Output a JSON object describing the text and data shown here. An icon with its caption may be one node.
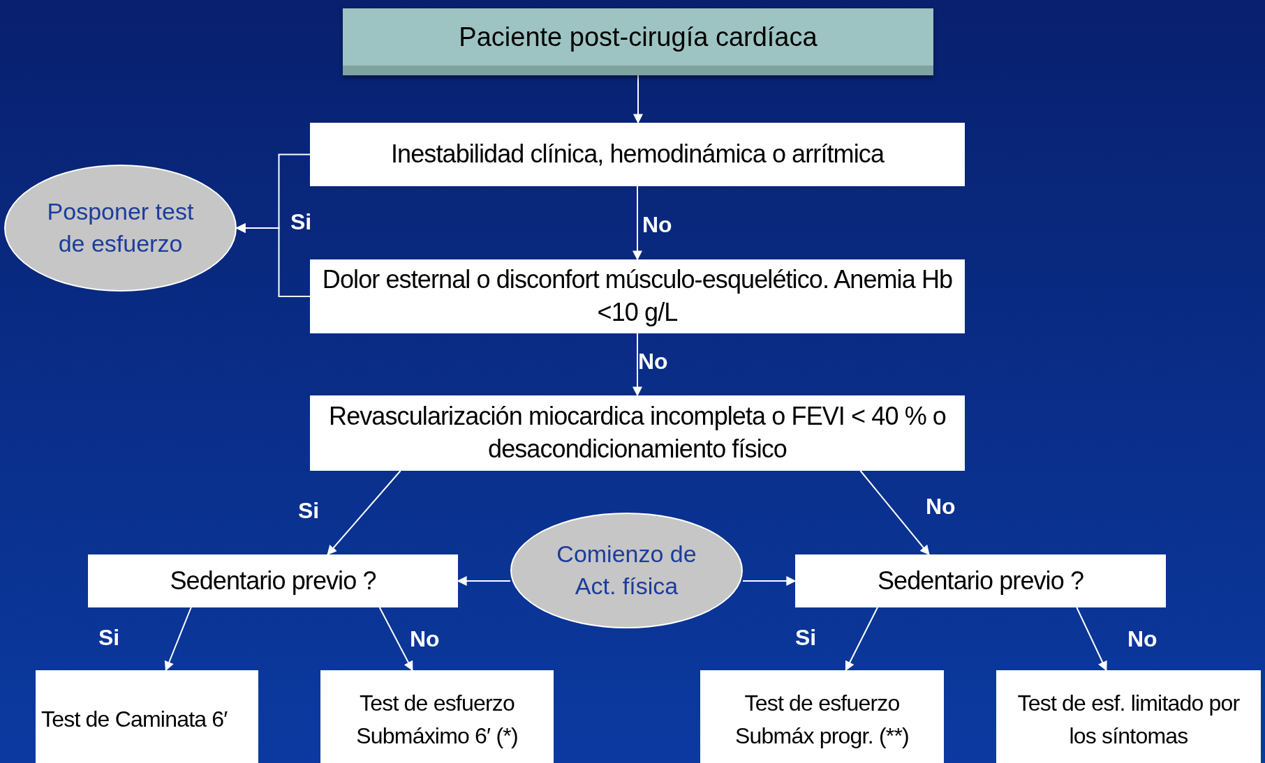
{
  "diagram": {
    "nodes": [
      {
        "text": [
          "Paciente post-cirugía cardíaca"
        ]
      },
      {
        "text": [
          "Inestabilidad clínica, hemodinámica o arrítmica"
        ]
      },
      {
        "text": [
          "Dolor esternal o disconfort músculo-esquelético. Anemia Hb <10 g/L"
        ]
      },
      {
        "text": [
          "Revascularización miocardica incompleta o FEVI < 40 % o desacondicionamiento físico"
        ]
      },
      {
        "text": [
          "Posponer test de esfuerzo"
        ]
      },
      {
        "text": [
          "Sedentario previo ?"
        ]
      },
      {
        "text": [
          "Comienzo de Act. física"
        ]
      },
      {
        "text": [
          "Sedentario previo ?"
        ]
      },
      {
        "text": [
          "Test de Caminata 6′"
        ]
      },
      {
        "text": [
          "Test de esfuerzo Submáximo 6′ (*)"
        ]
      },
      {
        "text": [
          "Test de esfuerzo Submáx progr. (**)"
        ]
      },
      {
        "text": [
          "Test de esf. limitado por los  síntomas"
        ]
      }
    ],
    "edges": [
      {
        "from": 0,
        "to": 1,
        "arrow": "to"
      },
      {
        "from": 1,
        "to": 2,
        "arrow": "to",
        "label": "No"
      },
      {
        "from": 2,
        "to": 3,
        "arrow": "to",
        "label": "No"
      },
      {
        "from": 1,
        "to": 4,
        "arrow": "to",
        "label": "Si"
      },
      {
        "from": 2,
        "to": 4,
        "arrow": "to"
      },
      {
        "from": 3,
        "to": 5,
        "arrow": "to",
        "label": "Si"
      },
      {
        "from": 3,
        "to": 7,
        "arrow": "to",
        "label": "No"
      },
      {
        "from": 6,
        "to": 5,
        "arrow": "to"
      },
      {
        "from": 6,
        "to": 7,
        "arrow": "to"
      },
      {
        "from": 5,
        "to": 8,
        "arrow": "to",
        "label": "Si"
      },
      {
        "from": 5,
        "to": 9,
        "arrow": "to",
        "label": "No"
      },
      {
        "from": 7,
        "to": 10,
        "arrow": "to",
        "label": "Si"
      },
      {
        "from": 7,
        "to": 11,
        "arrow": "to",
        "label": "No"
      }
    ]
  }
}
